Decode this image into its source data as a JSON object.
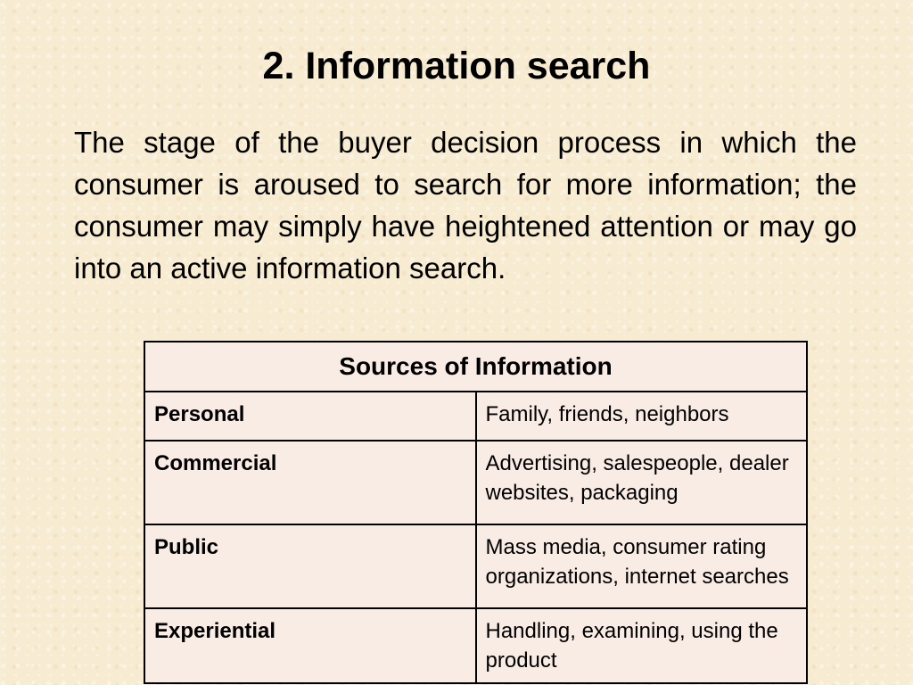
{
  "slide": {
    "title": "2. Information search",
    "body": "The stage of the buyer decision process in which the consumer is aroused to search for more information; the consumer may simply have heightened attention or may go into an active information search."
  },
  "table": {
    "header": "Sources of Information",
    "rows": [
      {
        "category": "Personal",
        "description": "Family, friends, neighbors"
      },
      {
        "category": "Commercial",
        "description": "Advertising, salespeople, dealer websites, packaging"
      },
      {
        "category": "Public",
        "description": "Mass media, consumer rating organizations, internet searches"
      },
      {
        "category": "Experiential",
        "description": "Handling, examining, using the product"
      }
    ]
  }
}
